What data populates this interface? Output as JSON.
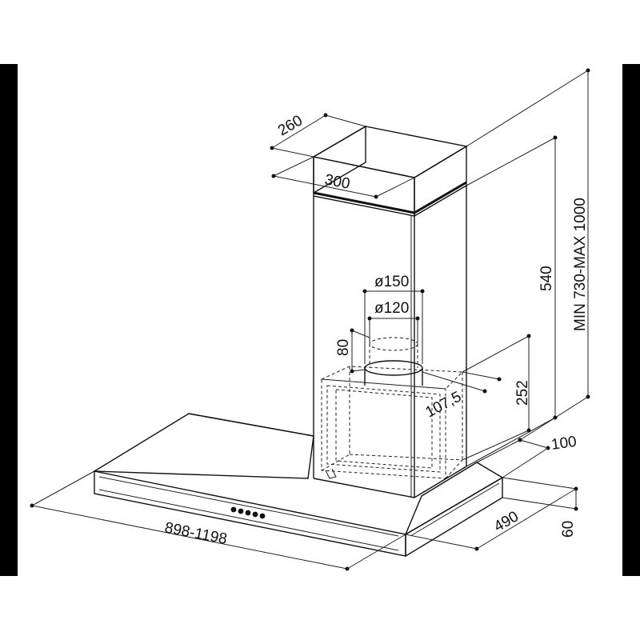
{
  "dimensions": {
    "chimney_depth": "260",
    "chimney_width": "300",
    "chimney_height_min_max": "MIN 730-MAX 1000",
    "chimney_inner_height": "540",
    "outlet_outer_diameter": "ø150",
    "outlet_inner_diameter": "ø120",
    "outlet_collar_height": "80",
    "motor_box_height": "252",
    "outlet_offset": "107,5",
    "chimney_back_offset": "100",
    "hood_depth": "490",
    "hood_height": "60",
    "hood_width": "898-1198"
  },
  "control_panel": {
    "button_count": 5
  },
  "colors": {
    "line": "#111111",
    "side_bars": "#000000",
    "background": "#ffffff"
  }
}
